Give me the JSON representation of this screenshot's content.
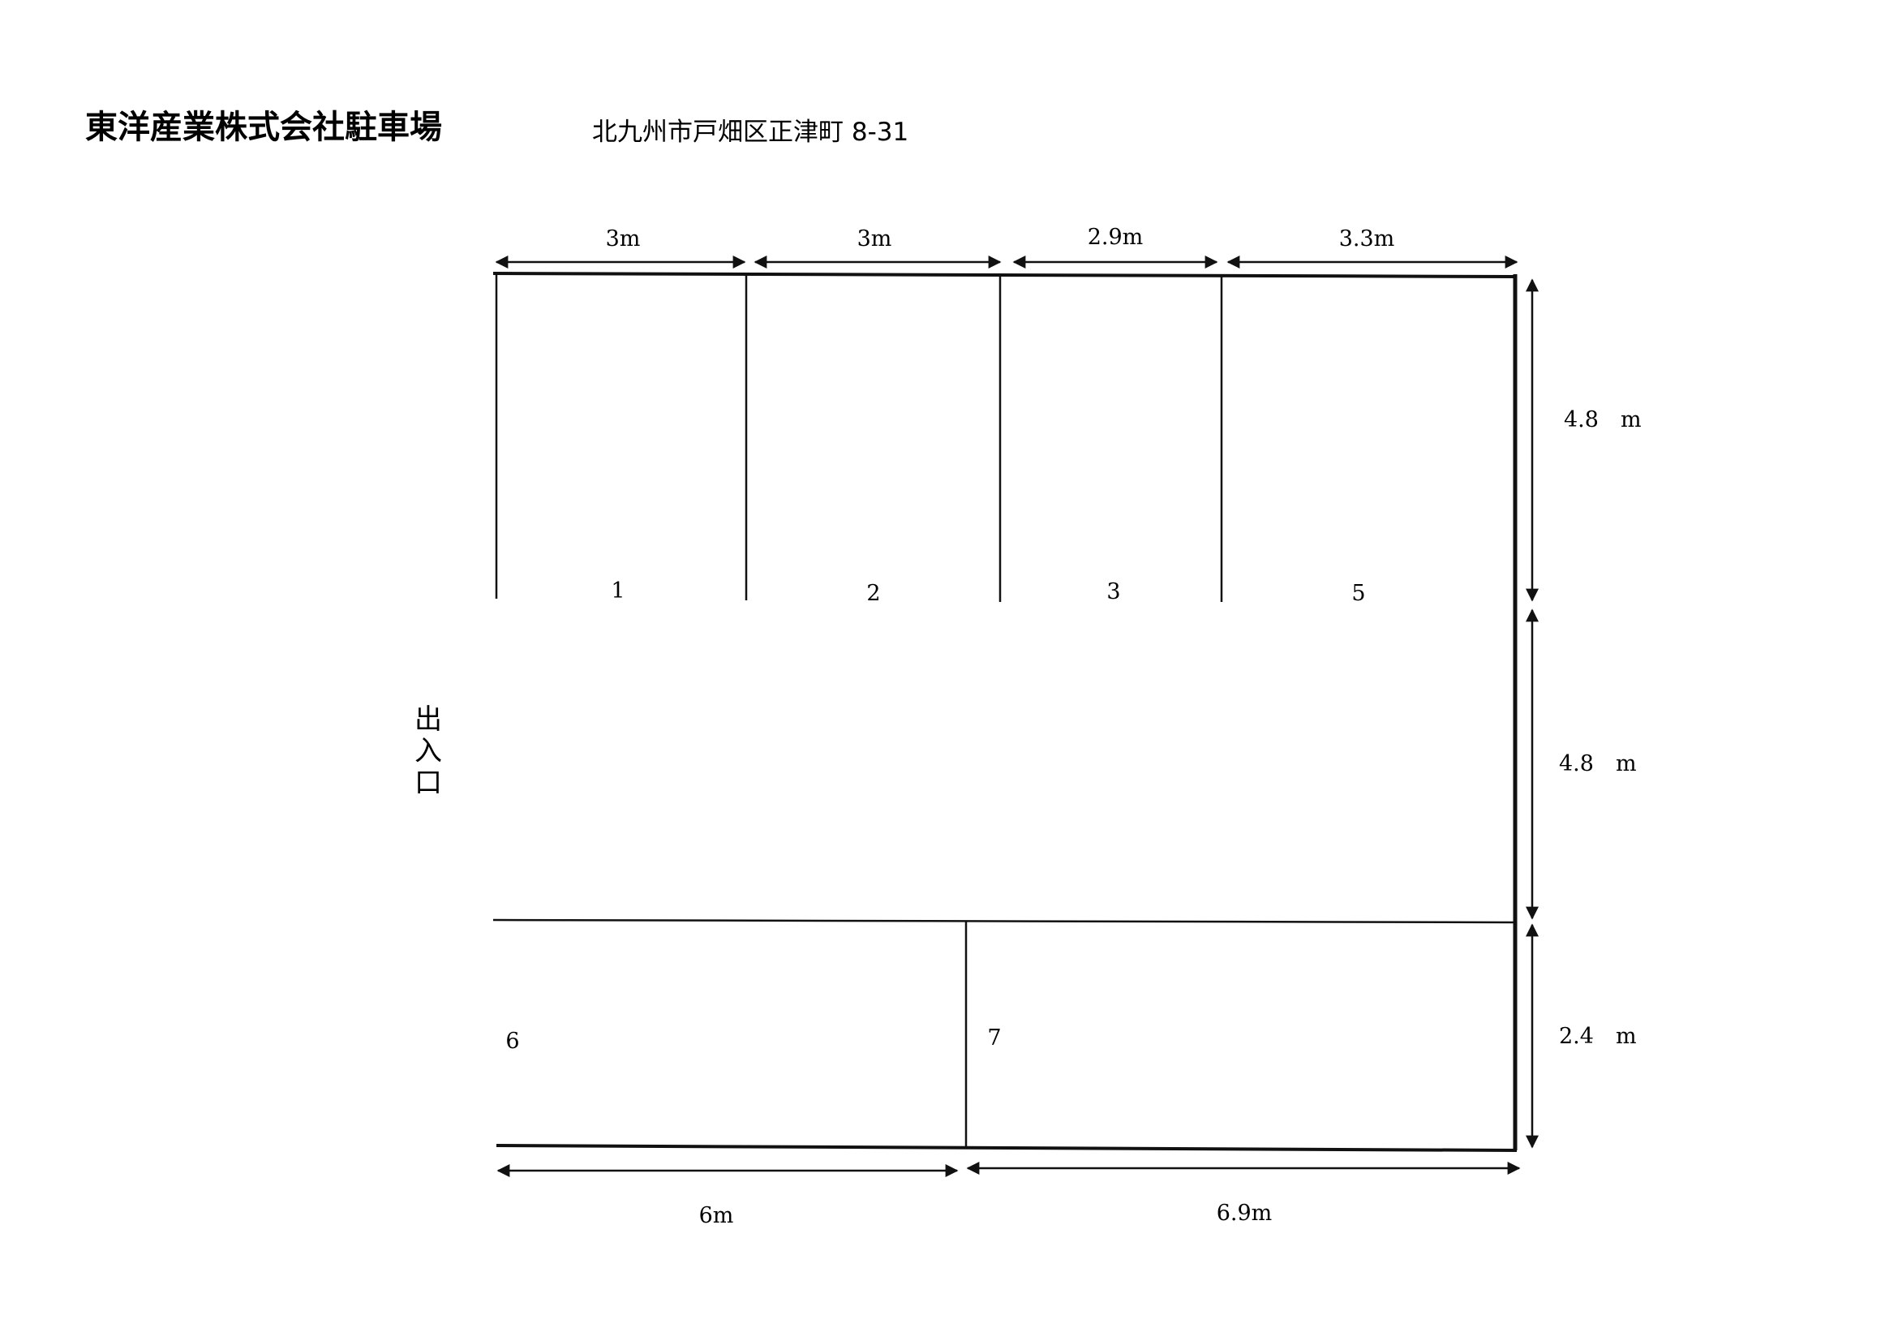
{
  "header": {
    "title": "東洋産業株式会社駐車場",
    "address": "北九州市戸畑区正津町 8-31"
  },
  "entrance_label": [
    "出",
    "入",
    "口"
  ],
  "spots": {
    "s1": "1",
    "s2": "2",
    "s3": "3",
    "s5": "5",
    "s6": "6",
    "s7": "7"
  },
  "dimensions": {
    "top": [
      "3m",
      "3m",
      "2.9m",
      "3.3m"
    ],
    "right": [
      "4.8　m",
      "4.8　m",
      "2.4　m"
    ],
    "bottom": [
      "6m",
      "6.9m"
    ]
  }
}
